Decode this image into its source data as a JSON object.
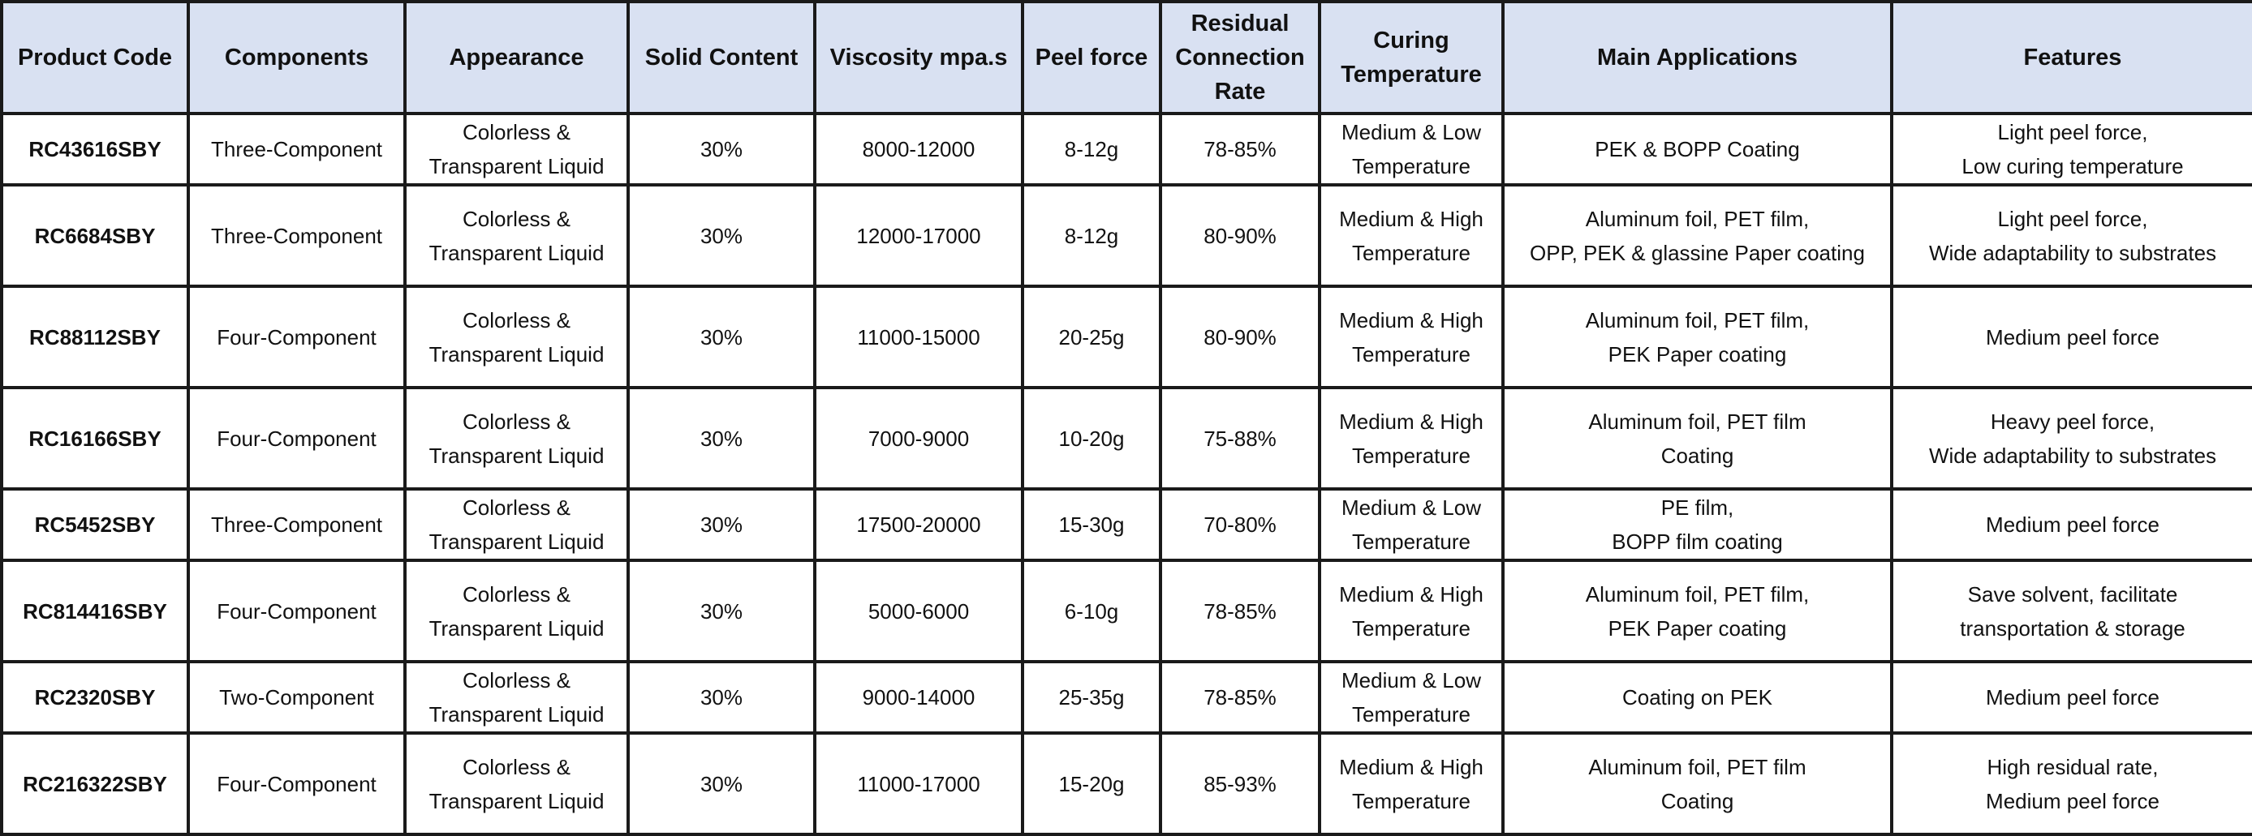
{
  "headers": {
    "product_code": "Product Code",
    "components": "Components",
    "appearance": "Appearance",
    "solid_content": "Solid Content",
    "viscosity": "Viscosity mpa.s",
    "peel_force": "Peel force",
    "residual_rate": "Residual\nConnection\nRate",
    "curing_temperature": "Curing\nTemperature",
    "main_applications": "Main Applications",
    "features": "Features"
  },
  "rows": [
    {
      "code": "RC43616SBY",
      "components": "Three-Component",
      "appearance": "Colorless &\nTransparent Liquid",
      "solid": "30%",
      "viscosity": "8000-12000",
      "peel": "8-12g",
      "residual": "78-85%",
      "curing": "Medium & Low\nTemperature",
      "applications": "PEK  & BOPP Coating",
      "features": "Light peel force,\nLow curing temperature"
    },
    {
      "code": "RC6684SBY",
      "components": "Three-Component",
      "appearance": "Colorless &\nTransparent Liquid",
      "solid": "30%",
      "viscosity": "12000-17000",
      "peel": "8-12g",
      "residual": "80-90%",
      "curing": "Medium & High\nTemperature",
      "applications": "Aluminum foil, PET film,\nOPP, PEK & glassine Paper coating",
      "features": "Light peel force,\nWide adaptability to substrates"
    },
    {
      "code": "RC88112SBY",
      "components": "Four-Component",
      "appearance": "Colorless &\nTransparent Liquid",
      "solid": "30%",
      "viscosity": "11000-15000",
      "peel": "20-25g",
      "residual": "80-90%",
      "curing": "Medium & High\nTemperature",
      "applications": "Aluminum foil, PET film,\nPEK Paper coating",
      "features": "Medium peel force"
    },
    {
      "code": "RC16166SBY",
      "components": "Four-Component",
      "appearance": "Colorless &\nTransparent Liquid",
      "solid": "30%",
      "viscosity": "7000-9000",
      "peel": "10-20g",
      "residual": "75-88%",
      "curing": "Medium & High\nTemperature",
      "applications": "Aluminum foil, PET film\nCoating",
      "features": "Heavy peel force,\nWide adaptability to substrates"
    },
    {
      "code": "RC5452SBY",
      "components": "Three-Component",
      "appearance": "Colorless &\nTransparent Liquid",
      "solid": "30%",
      "viscosity": "17500-20000",
      "peel": "15-30g",
      "residual": "70-80%",
      "curing": "Medium & Low\nTemperature",
      "applications": "PE film,\nBOPP film coating",
      "features": "Medium peel force"
    },
    {
      "code": "RC814416SBY",
      "components": "Four-Component",
      "appearance": "Colorless &\nTransparent Liquid",
      "solid": "30%",
      "viscosity": "5000-6000",
      "peel": "6-10g",
      "residual": "78-85%",
      "curing": "Medium & High\nTemperature",
      "applications": "Aluminum foil, PET film,\nPEK Paper coating",
      "features": "Save solvent, facilitate\ntransportation & storage"
    },
    {
      "code": "RC2320SBY",
      "components": "Two-Component",
      "appearance": "Colorless &\nTransparent Liquid",
      "solid": "30%",
      "viscosity": "9000-14000",
      "peel": "25-35g",
      "residual": "78-85%",
      "curing": "Medium & Low\nTemperature",
      "applications": "Coating on PEK",
      "features": "Medium peel force"
    },
    {
      "code": "RC216322SBY",
      "components": "Four-Component",
      "appearance": "Colorless &\nTransparent Liquid",
      "solid": "30%",
      "viscosity": "11000-17000",
      "peel": "15-20g",
      "residual": "85-93%",
      "curing": "Medium & High\nTemperature",
      "applications": "Aluminum foil, PET film\nCoating",
      "features": "High residual rate,\nMedium peel force"
    }
  ],
  "colors": {
    "header_background": "#d9e1f2",
    "border": "#1a1a1a",
    "text": "#111111"
  }
}
